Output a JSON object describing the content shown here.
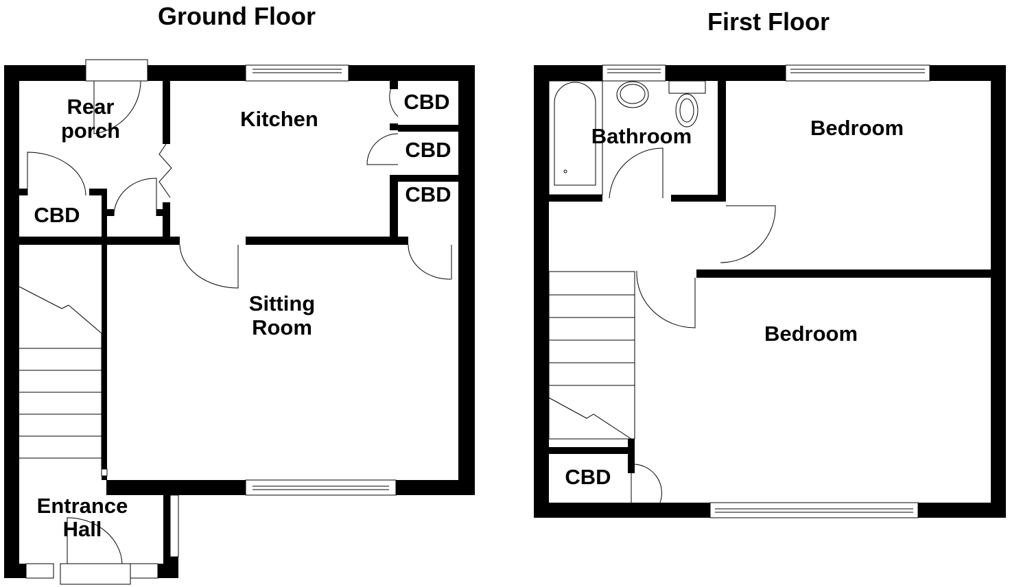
{
  "ground_floor": {
    "title": "Ground Floor",
    "rooms": {
      "rear_porch": [
        "Rear",
        "porch"
      ],
      "kitchen": "Kitchen",
      "cbd_porch": "CBD",
      "cbd_kitchen_1": "CBD",
      "cbd_kitchen_2": "CBD",
      "cbd_sitting": "CBD",
      "sitting_room": [
        "Sitting",
        "Room"
      ],
      "entrance_hall": [
        "Entrance",
        "Hall"
      ]
    }
  },
  "first_floor": {
    "title": "First Floor",
    "rooms": {
      "bathroom": "Bathroom",
      "bedroom_1": "Bedroom",
      "bedroom_2": "Bedroom",
      "cbd": "CBD"
    }
  }
}
